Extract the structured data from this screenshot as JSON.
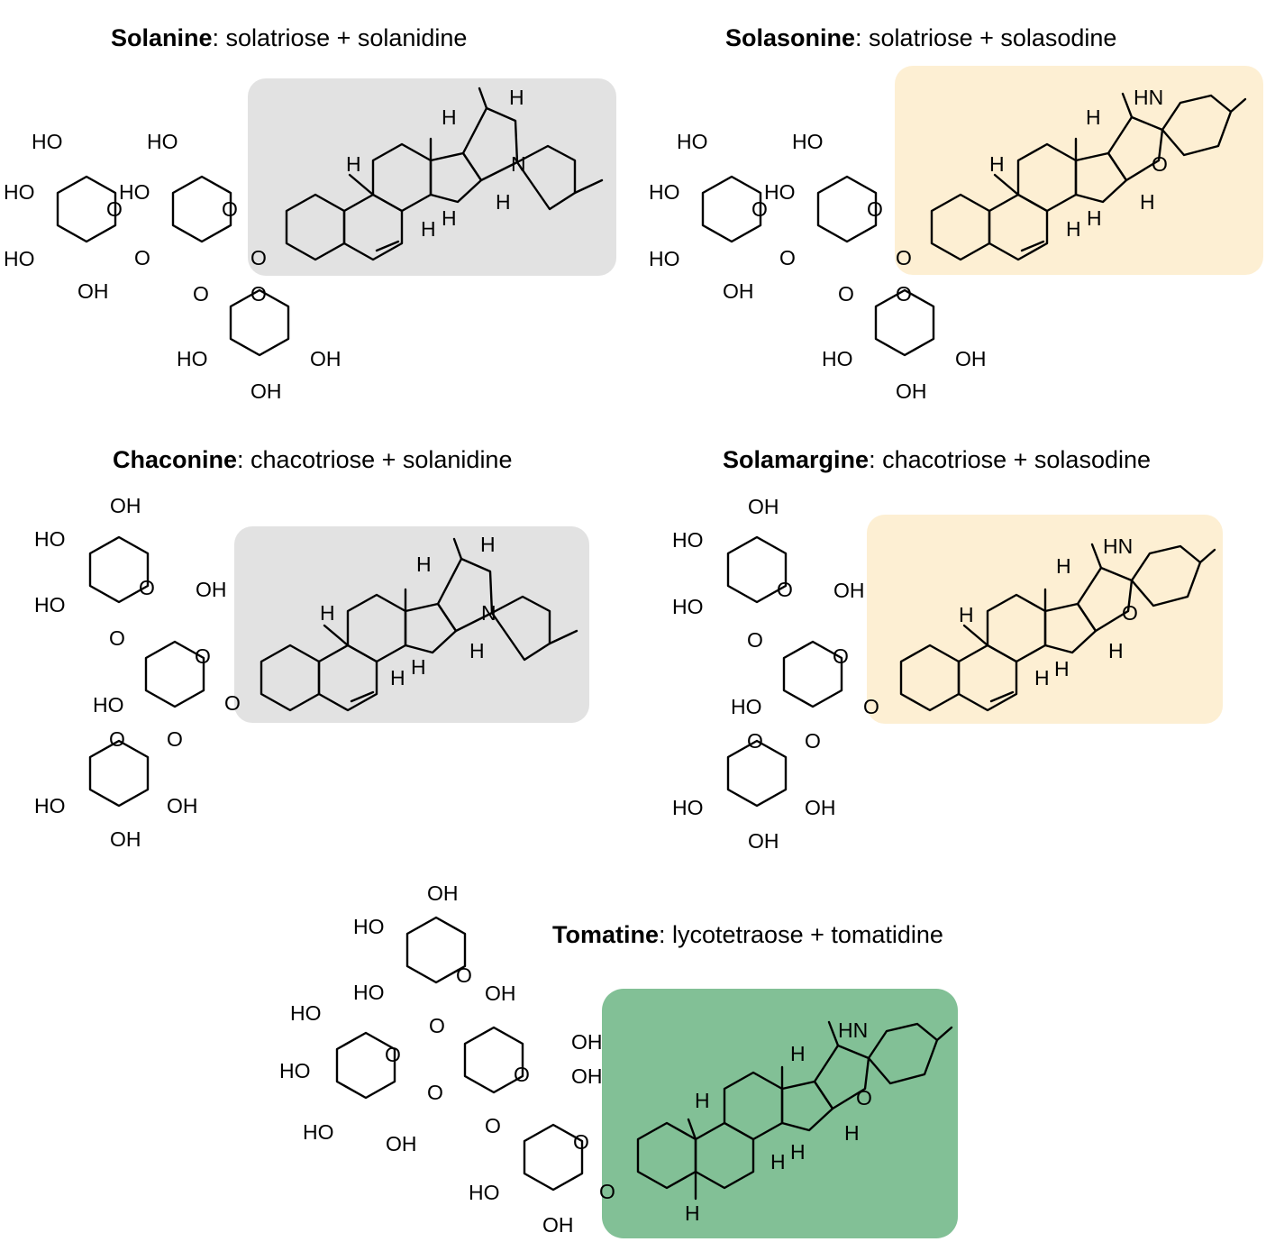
{
  "panels": [
    {
      "name": "Solanine",
      "desc": ": solatriose + solanidine",
      "aglycone_box": "#e2e2e2",
      "n_label": "N"
    },
    {
      "name": "Solasonine",
      "desc": ": solatriose + solasodine",
      "aglycone_box": "#fdefd3",
      "n_label": "HN"
    },
    {
      "name": "Chaconine",
      "desc": ": chacotriose + solanidine",
      "aglycone_box": "#e2e2e2",
      "n_label": "N"
    },
    {
      "name": "Solamargine",
      "desc": ": chacotriose + solasodine",
      "aglycone_box": "#fdefd3",
      "n_label": "HN"
    },
    {
      "name": "Tomatine",
      "desc": ": lycotetraose + tomatidine",
      "aglycone_box": "#82c096",
      "n_label": "HN"
    }
  ],
  "labels": {
    "ho": "HO",
    "oh": "OH",
    "o": "O",
    "h": "H"
  }
}
